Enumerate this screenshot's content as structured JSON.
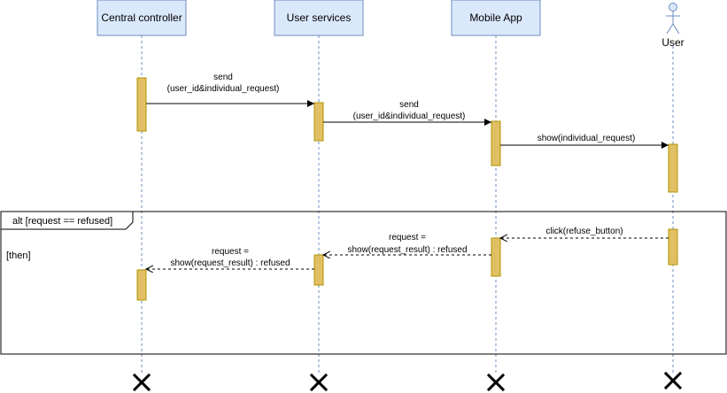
{
  "participants": [
    {
      "id": "central",
      "label": "Central controller",
      "kind": "box"
    },
    {
      "id": "user_services",
      "label": "User services",
      "kind": "box"
    },
    {
      "id": "mobile_app",
      "label": "Mobile App",
      "kind": "box"
    },
    {
      "id": "user",
      "label": "User",
      "kind": "actor"
    }
  ],
  "messages": [
    {
      "id": "m1",
      "from": "central",
      "to": "user_services",
      "style": "solid",
      "label_lines": [
        "send",
        "(user_id&individual_request)"
      ]
    },
    {
      "id": "m2",
      "from": "user_services",
      "to": "mobile_app",
      "style": "solid",
      "label_lines": [
        "send",
        "(user_id&individual_request)"
      ]
    },
    {
      "id": "m3",
      "from": "mobile_app",
      "to": "user",
      "style": "solid",
      "label_lines": [
        "show(individual_request)"
      ]
    },
    {
      "id": "m4",
      "from": "user",
      "to": "mobile_app",
      "style": "dashed",
      "label_lines": [
        "click(refuse_button)"
      ]
    },
    {
      "id": "m5",
      "from": "mobile_app",
      "to": "user_services",
      "style": "dashed",
      "label_lines": [
        "request =",
        "show(request_result) : refused"
      ]
    },
    {
      "id": "m6",
      "from": "user_services",
      "to": "central",
      "style": "dashed",
      "label_lines": [
        "request =",
        "show(request_result) : refused"
      ]
    }
  ],
  "fragment": {
    "operator_label": "alt [request == refused]",
    "guard_label": "[then]"
  },
  "colors": {
    "participant_fill": "#dae8fc",
    "participant_stroke": "#6c8ebf",
    "activation_fill": "#e1c065",
    "activation_stroke": "#b09500",
    "actor_fill": "#dae8fc",
    "line": "#000000"
  }
}
